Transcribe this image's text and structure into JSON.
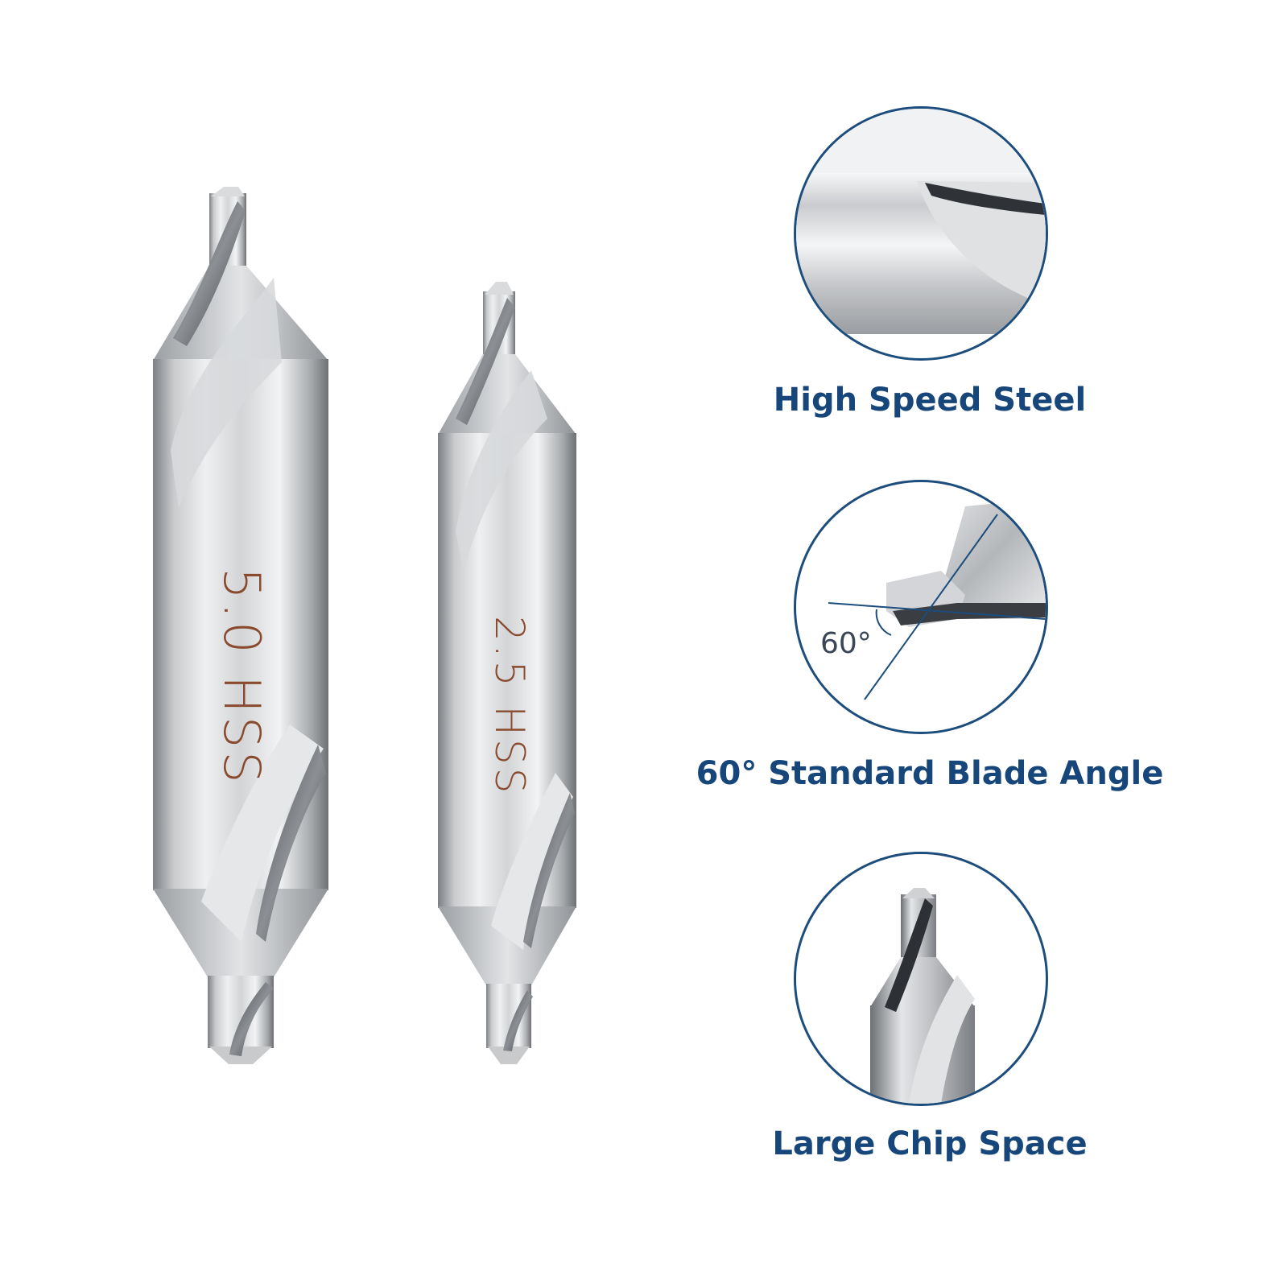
{
  "drills": {
    "large_marking": "5.0 HSS",
    "small_marking": "2.5 HSS"
  },
  "features": [
    {
      "caption": "High Speed Steel",
      "icon": "steel-surface-closeup"
    },
    {
      "caption": "60° Standard Blade Angle",
      "icon": "blade-angle-closeup",
      "angle_label": "60°"
    },
    {
      "caption": "Large Chip Space",
      "icon": "chip-space-closeup"
    }
  ],
  "colors": {
    "caption_blue": "#17467a",
    "circle_border": "#1c4d7c",
    "marking_copper": "#8a4a2e"
  }
}
